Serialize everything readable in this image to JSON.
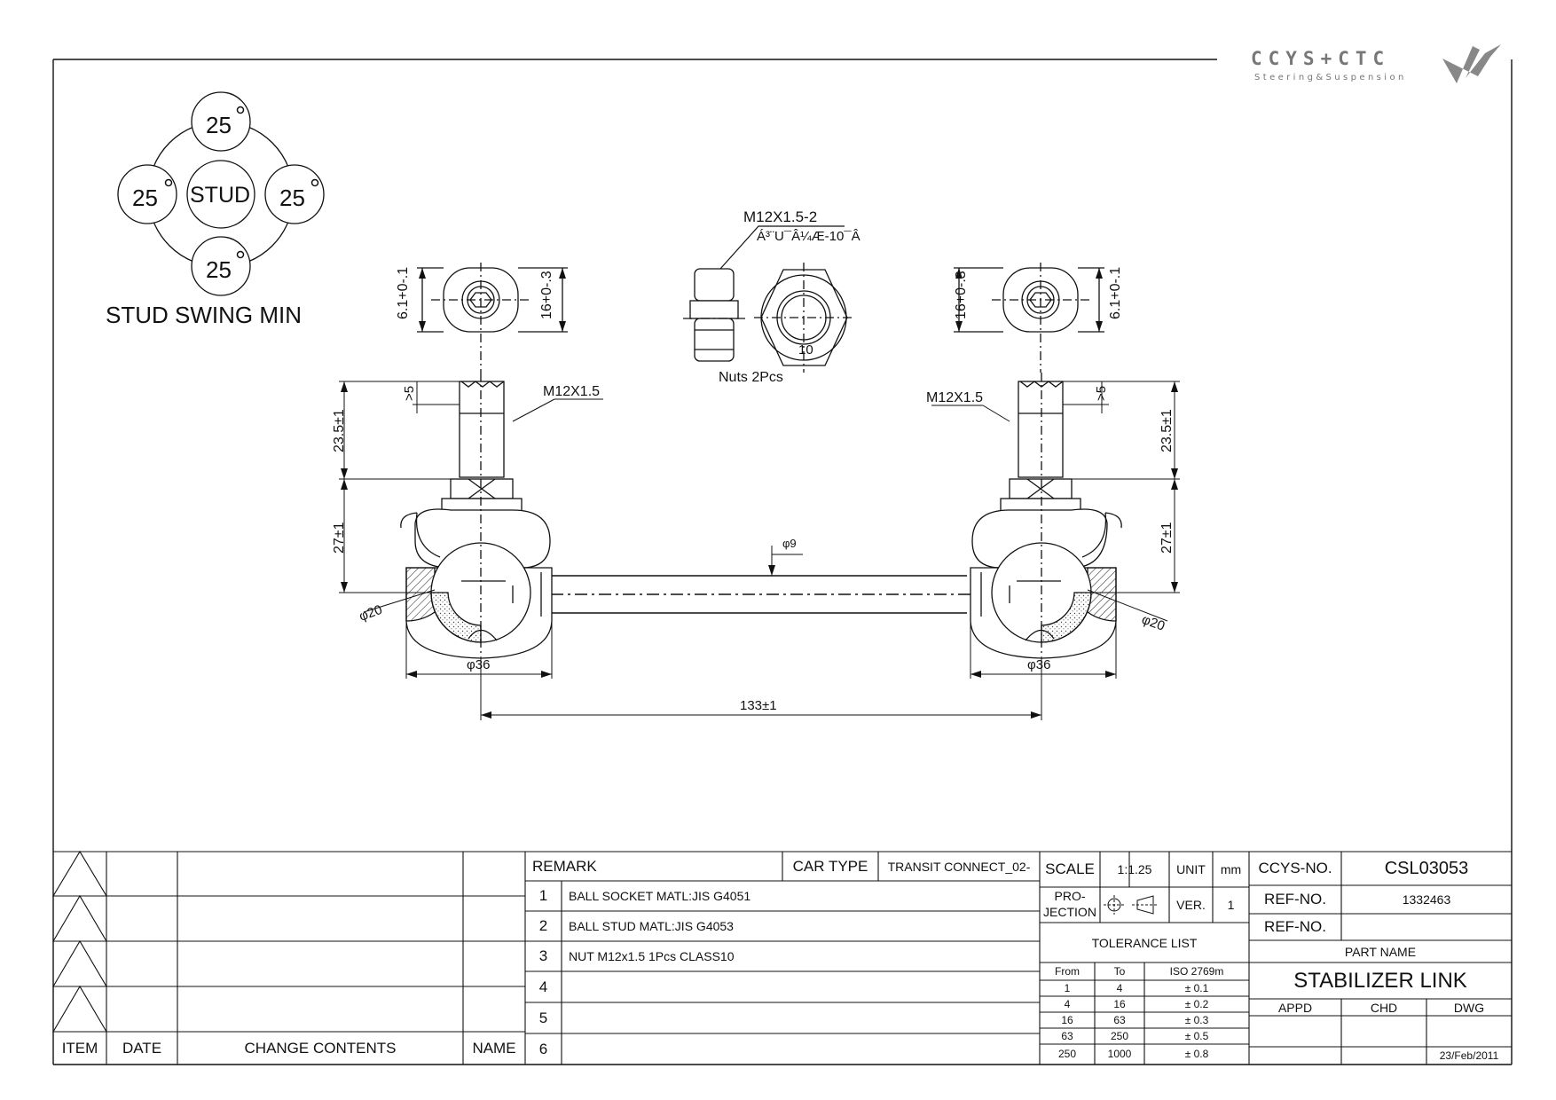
{
  "logo": {
    "main": "CCYS+CTC",
    "sub": "Steering&Suspension"
  },
  "swing": {
    "top": "25",
    "left": "25",
    "right": "25",
    "bottom": "25",
    "center": "STUD",
    "title": "STUD SWING MIN",
    "degree": "°"
  },
  "nut": {
    "thread": "M12X1.5-2",
    "garbled": "Á³¨U¯Â¼Æ-10¯Â",
    "label": "Nuts 2Pcs",
    "size": "10"
  },
  "dims": {
    "left_tol_a": "6.1+0-.1",
    "left_tol_b": "16+0-.3",
    "right_tol_a": "6.1+0-.1",
    "right_tol_b": "16+0-.3",
    "thread_left": "M12X1.5",
    "thread_right": "M12X1.5",
    "stud_min_left": ">5",
    "stud_min_right": ">5",
    "h1_left": "23.5±1",
    "h2_left": "27±1",
    "h1_right": "23.5±1",
    "h2_right": "27±1",
    "rod_dia": "φ9",
    "ball_left": "φ20",
    "ball_right": "φ20",
    "housing_left": "φ36",
    "housing_right": "φ36",
    "length": "133±1"
  },
  "revision": {
    "col_item": "ITEM",
    "col_date": "DATE",
    "col_change": "CHANGE CONTENTS",
    "col_name": "NAME"
  },
  "remarks": {
    "header": "REMARK",
    "car_type_label": "CAR TYPE",
    "car_type": "TRANSIT CONNECT_02-",
    "rows": [
      {
        "no": "1",
        "text": "BALL SOCKET MATL:JIS  G4051"
      },
      {
        "no": "2",
        "text": "BALL STUD MATL:JIS G4053"
      },
      {
        "no": "3",
        "text": "NUT M12x1.5 1Pcs CLASS10"
      },
      {
        "no": "4",
        "text": ""
      },
      {
        "no": "5",
        "text": ""
      },
      {
        "no": "6",
        "text": ""
      }
    ]
  },
  "specs": {
    "scale_label": "SCALE",
    "scale": "1:1.25",
    "unit_label": "UNIT",
    "unit": "mm",
    "projection_label_1": "PRO-",
    "projection_label_2": "JECTION",
    "ver_label": "VER.",
    "ver": "1",
    "tolerance_title": "TOLERANCE LIST",
    "tol_headers": [
      "From",
      "To",
      "ISO 2769m"
    ],
    "tolerances": [
      {
        "from": "1",
        "to": "4",
        "tol": "± 0.1"
      },
      {
        "from": "4",
        "to": "16",
        "tol": "± 0.2"
      },
      {
        "from": "16",
        "to": "63",
        "tol": "± 0.3"
      },
      {
        "from": "63",
        "to": "250",
        "tol": "± 0.5"
      },
      {
        "from": "250",
        "to": "1000",
        "tol": "± 0.8"
      }
    ]
  },
  "part": {
    "ccys_label": "CCYS-NO.",
    "ccys_no": "CSL03053",
    "ref1_label": "REF-NO.",
    "ref1": "1332463",
    "ref2_label": "REF-NO.",
    "ref2": "",
    "name_label": "PART NAME",
    "name": "STABILIZER LINK",
    "appd": "APPD",
    "chd": "CHD",
    "dwg": "DWG",
    "date": "23/Feb/2011"
  }
}
